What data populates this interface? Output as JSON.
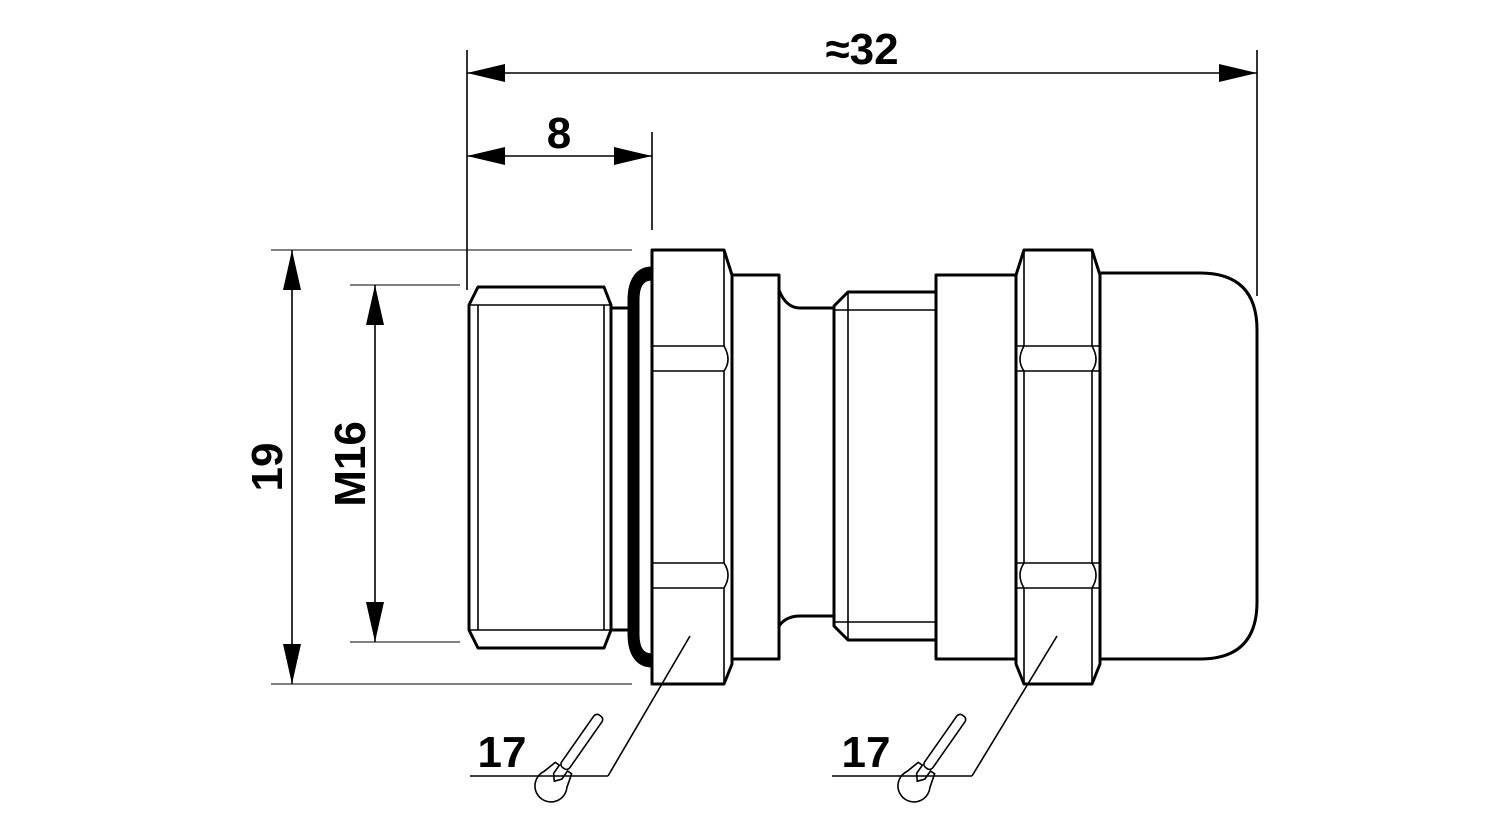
{
  "dimensions": {
    "overall_length": "≈32",
    "thread_length": "8",
    "outer_diameter": "19",
    "thread_size": "M16"
  },
  "wrench_sizes": {
    "left": "17",
    "right": "17"
  },
  "icons": {
    "wrench": "open-end-wrench-icon"
  }
}
